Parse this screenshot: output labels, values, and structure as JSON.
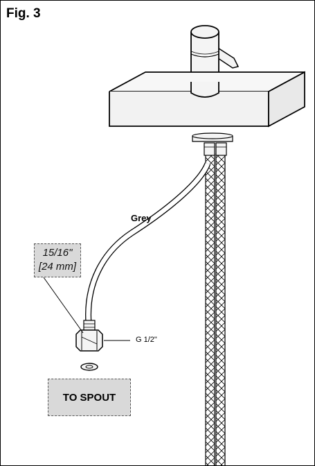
{
  "figure": {
    "title": "Fig. 3",
    "hose_color_label": "Grey",
    "wrench_size_imperial": "15/16\"",
    "wrench_size_metric": "[24 mm]",
    "thread_label": "G 1/2\"",
    "destination_label": "TO SPOUT"
  },
  "colors": {
    "line": "#000000",
    "callout_fill": "#d9d9d9",
    "faucet_fill": "#f4f4f4"
  }
}
